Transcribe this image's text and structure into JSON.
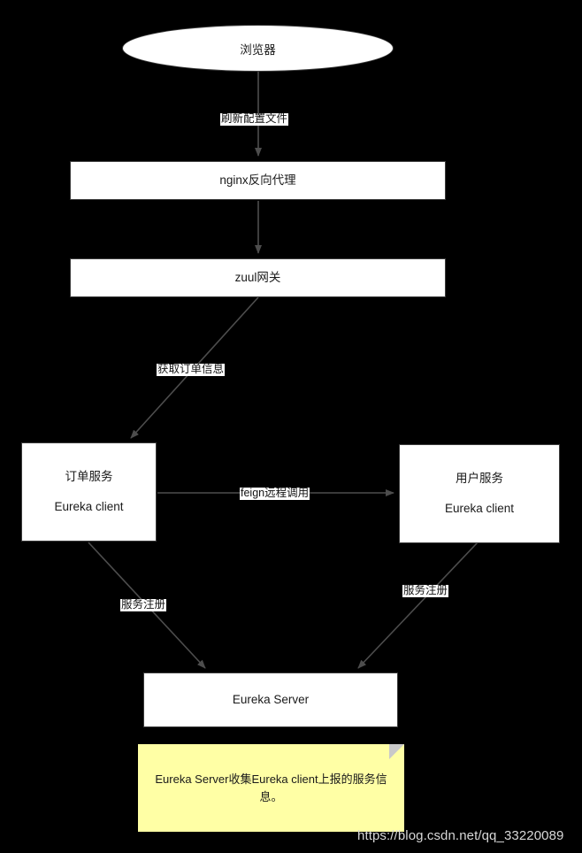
{
  "diagram": {
    "type": "flowchart",
    "background_color": "#000000",
    "node_fill": "#ffffff",
    "node_stroke": "#3b3b3b",
    "edge_color": "#4d4d4d",
    "note_fill": "#ffffa5",
    "nodes": {
      "browser": {
        "label": "浏览器",
        "shape": "ellipse"
      },
      "nginx": {
        "label": "nginx反向代理",
        "shape": "rect"
      },
      "zuul": {
        "label": "zuul网关",
        "shape": "rect"
      },
      "order_service": {
        "title": "订单服务",
        "subtitle": "Eureka client",
        "shape": "rect"
      },
      "user_service": {
        "title": "用户服务",
        "subtitle": "Eureka client",
        "shape": "rect"
      },
      "eureka_server": {
        "label": "Eureka Server",
        "shape": "rect"
      }
    },
    "edges": {
      "browser_to_nginx": {
        "label": "刷新配置文件",
        "from": "browser",
        "to": "nginx"
      },
      "nginx_to_zuul": {
        "label": "",
        "from": "nginx",
        "to": "zuul"
      },
      "zuul_to_order": {
        "label": "获取订单信息",
        "from": "zuul",
        "to": "order_service"
      },
      "order_to_user": {
        "label": "feign远程调用",
        "from": "order_service",
        "to": "user_service"
      },
      "order_to_eureka": {
        "label": "服务注册",
        "from": "order_service",
        "to": "eureka_server"
      },
      "user_to_eureka": {
        "label": "服务注册",
        "from": "user_service",
        "to": "eureka_server"
      }
    },
    "note": {
      "text": "Eureka Server收集Eureka client上报的服务信息。"
    },
    "watermark": {
      "text": "https://blog.csdn.net/qq_33220089"
    }
  }
}
